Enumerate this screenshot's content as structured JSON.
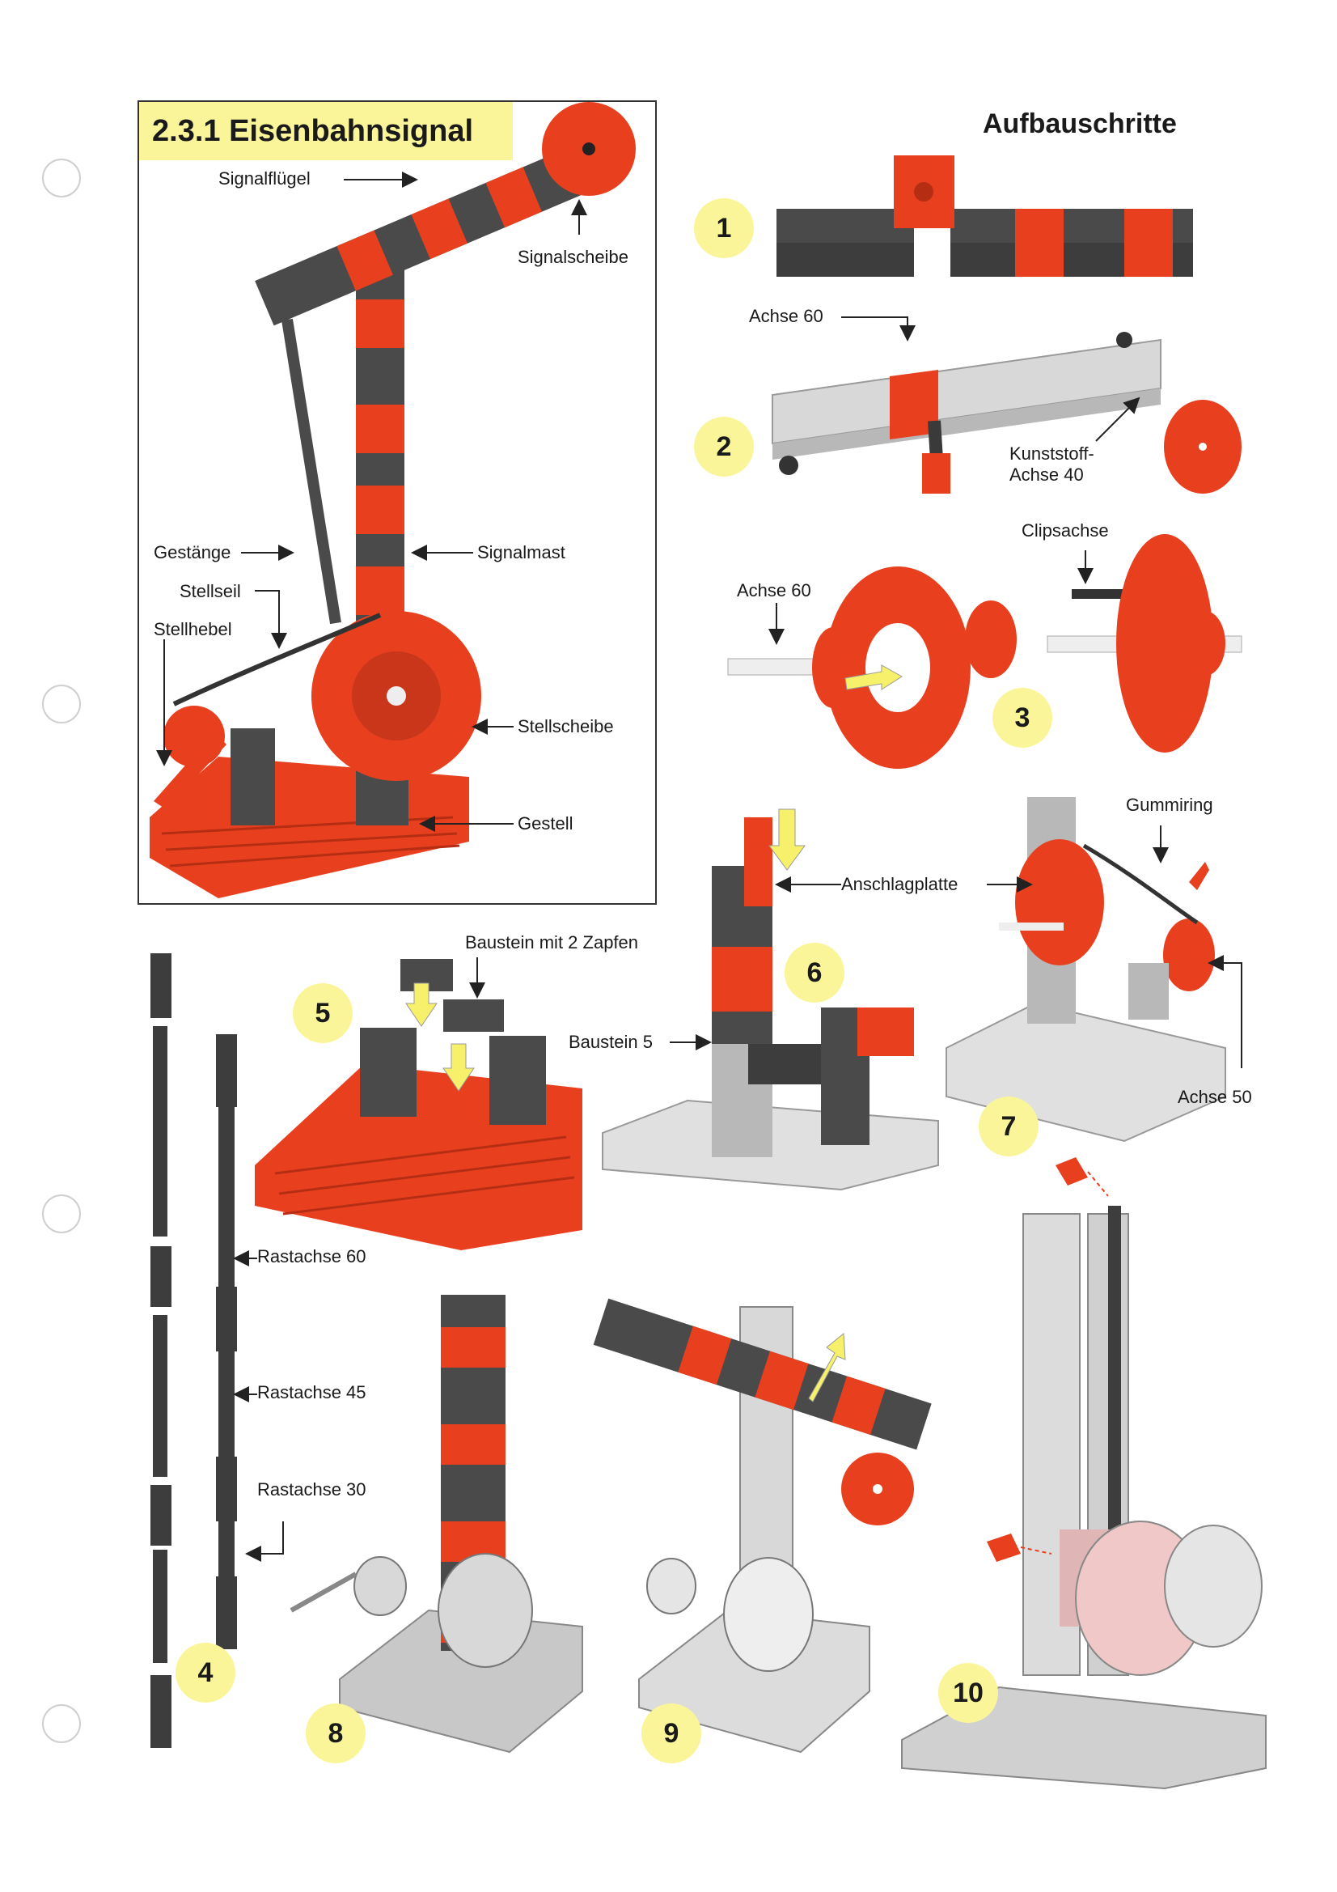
{
  "main_title": "2.3.1 Eisenbahnsignal",
  "steps_heading": "Aufbauschritte",
  "main_labels": {
    "signalfluegel": "Signalflügel",
    "signalscheibe": "Signalscheibe",
    "gestaenge": "Gestänge",
    "signalmast": "Signalmast",
    "stellseil": "Stellseil",
    "stellhebel": "Stellhebel",
    "stellscheibe": "Stellscheibe",
    "gestell": "Gestell"
  },
  "step_labels": {
    "achse60_step2": "Achse 60",
    "kunststoff_line1": "Kunststoff-",
    "kunststoff_line2": "Achse 40",
    "clipsachse": "Clipsachse",
    "achse60_step3": "Achse 60",
    "gummiring": "Gummiring",
    "anschlagplatte": "Anschlagplatte",
    "baustein_2_zapfen": "Baustein mit 2 Zapfen",
    "baustein5": "Baustein 5",
    "achse50": "Achse 50",
    "rastachse60": "Rastachse 60",
    "rastachse45": "Rastachse 45",
    "rastachse30": "Rastachse 30"
  },
  "steps": [
    "1",
    "2",
    "3",
    "4",
    "5",
    "6",
    "7",
    "8",
    "9",
    "10"
  ],
  "colors": {
    "red": "#e8401f",
    "dark": "#4a4a4a",
    "light": "#d8d8d8",
    "yellow_badge": "#fbf59a",
    "arrow_yellow": "#f7f06a"
  }
}
